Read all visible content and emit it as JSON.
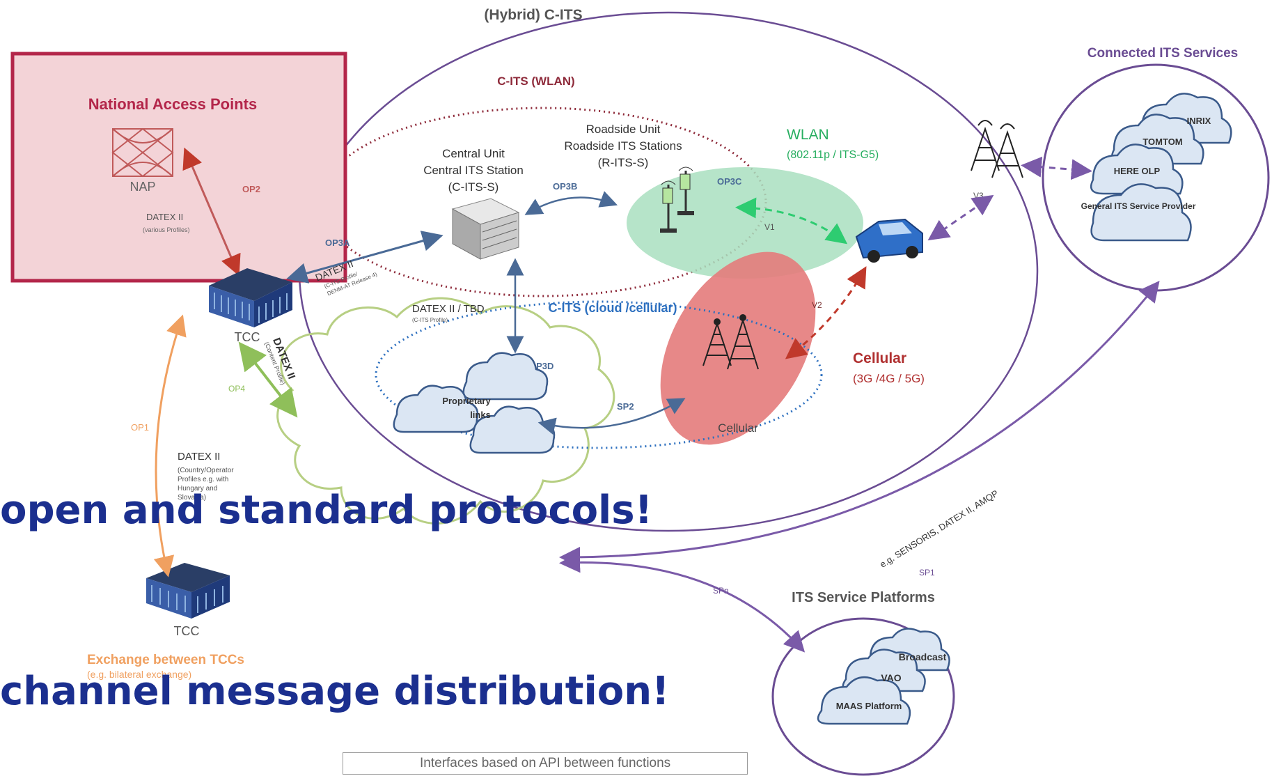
{
  "title": "(Hybrid) C-ITS",
  "nap": {
    "heading": "National Access Points",
    "label": "NAP",
    "op2": "OP2",
    "datex": "DATEX II",
    "datex_note": "(various Profiles)"
  },
  "cits_wlan": "C-ITS (WLAN)",
  "central_unit": {
    "line1": "Central Unit",
    "line2": "Central ITS Station",
    "line3": "(C-ITS-S)"
  },
  "roadside_unit": {
    "line1": "Roadside Unit",
    "line2": "Roadside ITS Stations",
    "line3": "(R-ITS-S)"
  },
  "wlan": {
    "title": "WLAN",
    "sub": "(802.11p / ITS-G5)"
  },
  "cellular": {
    "title": "Cellular",
    "sub": "(3G /4G / 5G)",
    "label": "Cellular"
  },
  "cits_cloud": "C-ITS (cloud /cellular)",
  "tcc_top": "TCC",
  "tcc_bottom": "TCC",
  "exchange": {
    "title": "Exchange between TCCs",
    "sub": "(e.g. bilateral exchange)"
  },
  "connected_its": "Connected ITS Services",
  "its_platforms": "ITS Service Platforms",
  "cloud_services": [
    "INRIX",
    "TOMTOM",
    "HERE OLP",
    "General ITS Service Provider"
  ],
  "platform_services": [
    "Broadcast",
    "VAO",
    "MAAS Platform"
  ],
  "interface_labels": {
    "op1": "OP1",
    "op3a": "OP3A",
    "op3b": "OP3B",
    "op3c": "OP3C",
    "op3d": "OP3D",
    "op4": "OP4",
    "v1": "V1",
    "v2": "V2",
    "v3": "V3",
    "sp1": "SP1",
    "sp2": "SP2",
    "spn": "SPn"
  },
  "datex_labels": {
    "op3a_datex": "DATEX II",
    "op3a_note1": "(C-ITS Profile/",
    "op3a_note2": "DENM-AT Release 4)",
    "tbd": "DATEX II  / TBD",
    "tbd_note": "(C-ITS Profile)",
    "op4_datex": "DATEX II",
    "op4_note": "(Content Profile)",
    "country_datex": "DATEX II",
    "country_note1": "(Country/Operator",
    "country_note2": "Profiles e.g. with",
    "country_note3": "Hungary and",
    "country_note4": "Slovakia)",
    "proprietary1": "Proprietary",
    "proprietary2": "links",
    "sp1_note": "e.g. SENSORIS, DATEX II, AMQP"
  },
  "overlay": {
    "line1": "open and standard protocols!",
    "line2": "channel message distribution!"
  },
  "legend": "Interfaces based on API between functions",
  "colors": {
    "highlight_border": "#b3264a",
    "highlight_fill": "#f3d3d7",
    "overlay_text": "#1b2f8f",
    "wlan_fill": "#a9dfbf",
    "cellular_fill": "#e47b7b",
    "purple": "#6a4c93",
    "orange": "#f0a060"
  }
}
